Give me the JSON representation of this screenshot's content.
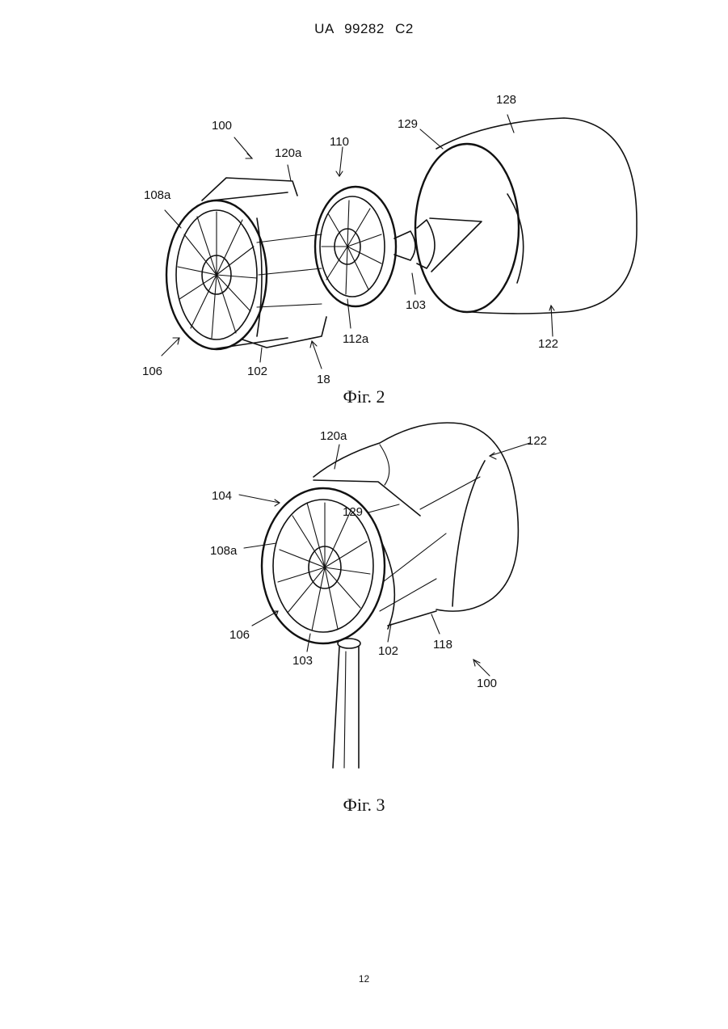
{
  "header": {
    "text": "UA   99282   C2"
  },
  "figures": [
    {
      "caption": "Фіг. 2",
      "labels": {
        "l100": "100",
        "l120a": "120a",
        "l110": "110",
        "l129": "129",
        "l128": "128",
        "l108a": "108a",
        "l103": "103",
        "l112a": "112a",
        "l122": "122",
        "l106": "106",
        "l102": "102",
        "l18": "18"
      }
    },
    {
      "caption": "Фіг. 3",
      "labels": {
        "l120a": "120a",
        "l122": "122",
        "l104": "104",
        "l129": "129",
        "l108a": "108a",
        "l106": "106",
        "l103": "103",
        "l102": "102",
        "l118": "118",
        "l100": "100"
      }
    }
  ],
  "page_number": "12"
}
